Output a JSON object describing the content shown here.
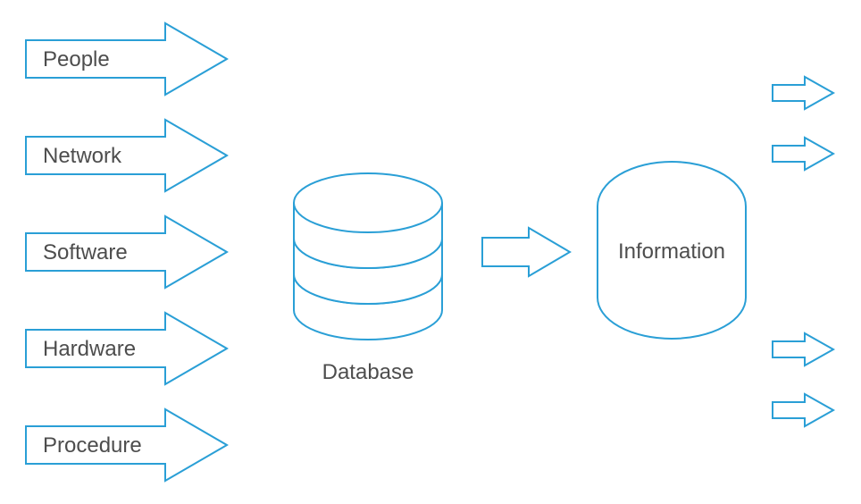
{
  "inputs": [
    {
      "label": "People"
    },
    {
      "label": "Network"
    },
    {
      "label": "Software"
    },
    {
      "label": "Hardware"
    },
    {
      "label": "Procedure"
    }
  ],
  "database": {
    "label": "Database"
  },
  "information": {
    "label": "Information"
  },
  "colors": {
    "stroke": "#2a9fd6",
    "text": "#4d4d4d",
    "background": "#ffffff"
  }
}
